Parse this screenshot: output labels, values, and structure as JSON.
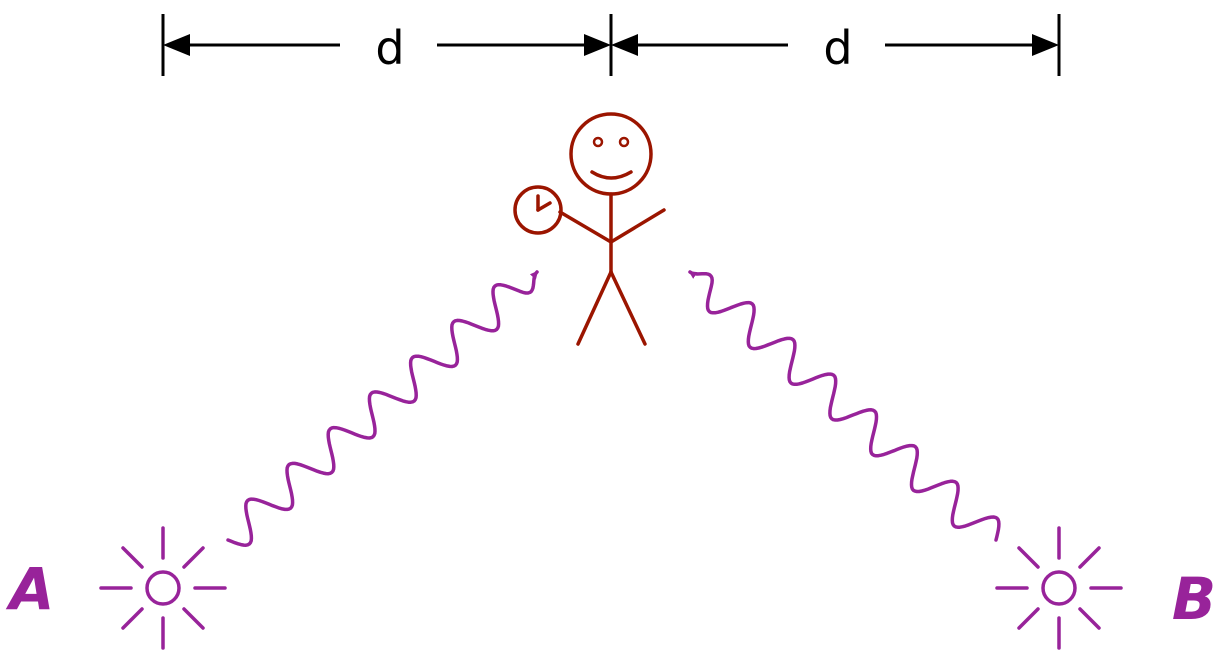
{
  "dimensions": {
    "left_label": "d",
    "right_label": "d"
  },
  "sources": {
    "a_label": "A",
    "b_label": "B"
  },
  "colors": {
    "source": "#98239a",
    "observer": "#9b1500",
    "dimension": "#000000"
  },
  "icons": [
    "light-source-icon",
    "stick-figure-icon",
    "clock-icon",
    "photon-wave-icon"
  ]
}
